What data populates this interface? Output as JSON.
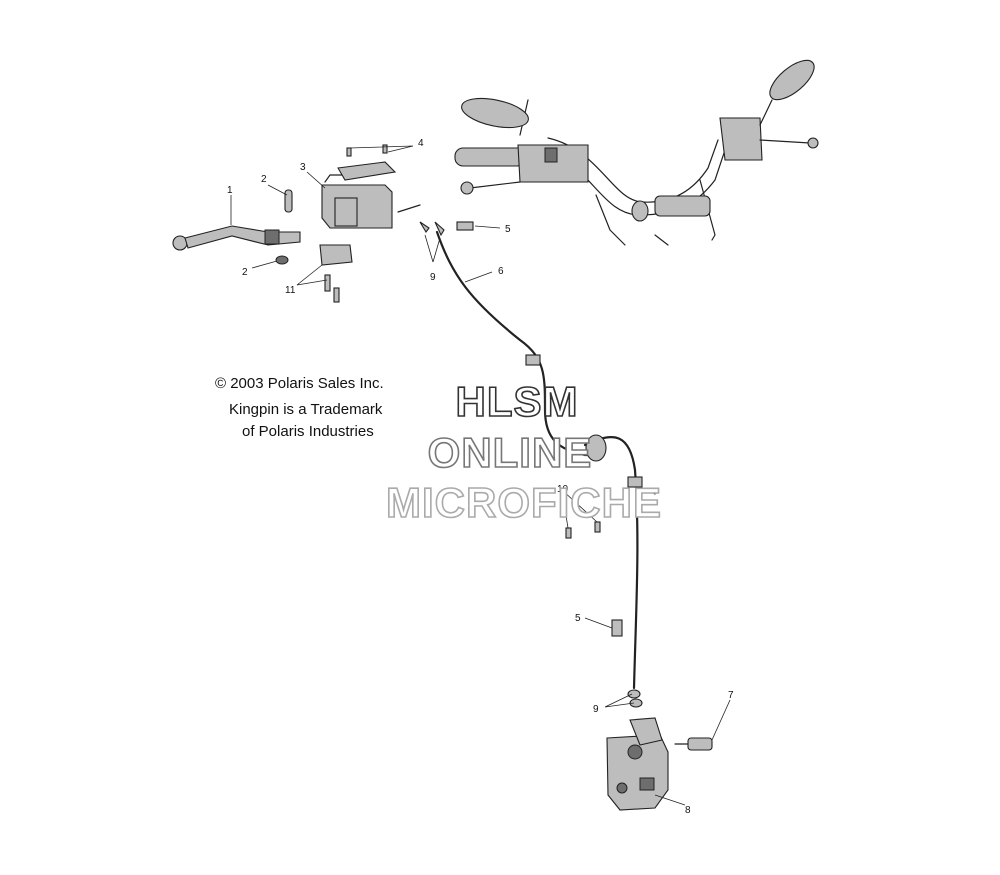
{
  "copyright": {
    "line1": "© 2003 Polaris Sales Inc.",
    "line2": "Kingpin is a Trademark",
    "line3": "of Polaris Industries"
  },
  "watermark": {
    "line1": "HLSM",
    "line2": "ONLINE",
    "line3": "MICROFICHE",
    "colors": [
      "#333333",
      "#777777",
      "#aaaaaa"
    ]
  },
  "callouts": {
    "c1": "1",
    "c2a": "2",
    "c2b": "2",
    "c3": "3",
    "c4": "4",
    "c5a": "5",
    "c5b": "5",
    "c6": "6",
    "c7": "7",
    "c8": "8",
    "c9a": "9",
    "c9b": "9",
    "c10": "10",
    "c11": "11"
  },
  "colors": {
    "line": "#222222",
    "part_fill": "#bdbdbd",
    "part_dark": "#6e6e6e",
    "background": "#ffffff"
  }
}
